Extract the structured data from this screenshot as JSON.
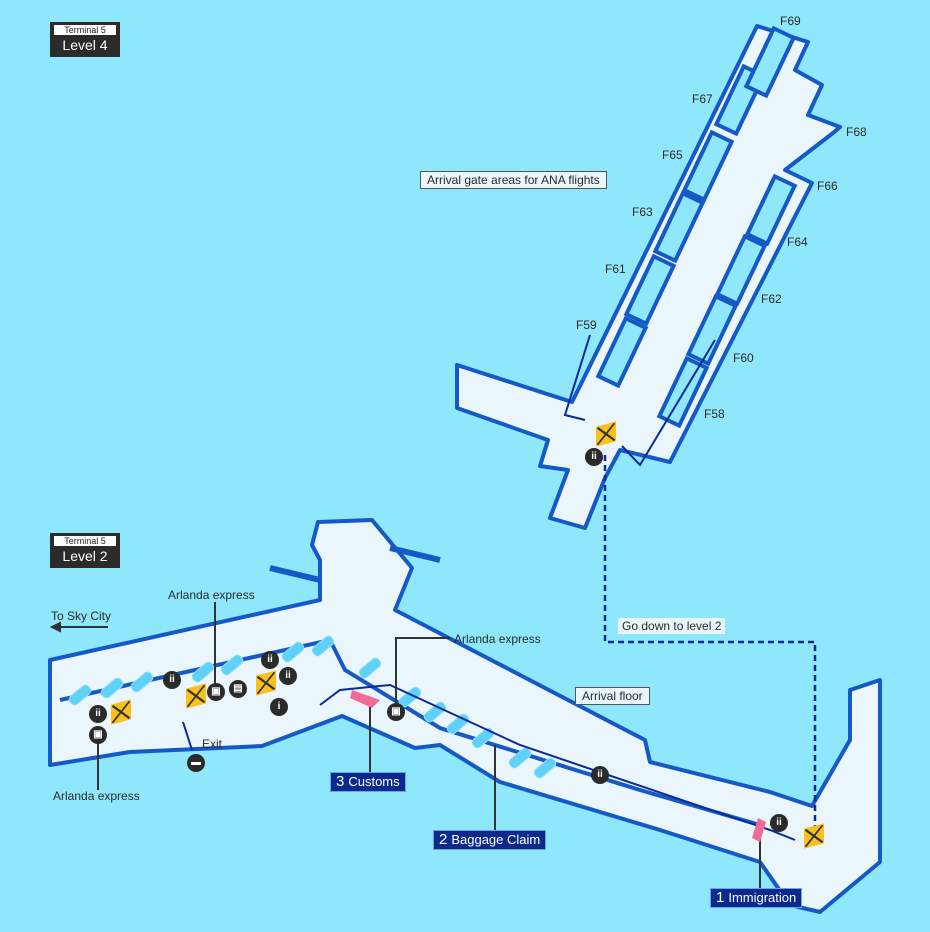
{
  "level4": {
    "badge_terminal": "Terminal 5",
    "badge_level": "Level 4",
    "gate_area_label": "Arrival gate areas for ANA flights",
    "gates": [
      "F69",
      "F67",
      "F68",
      "F65",
      "F66",
      "F63",
      "F64",
      "F61",
      "F62",
      "F59",
      "F60",
      "F58"
    ],
    "go_down_label": "Go down to level 2"
  },
  "level2": {
    "badge_terminal": "Terminal 5",
    "badge_level": "Level 2",
    "to_sky_city": "To Sky City",
    "arlanda_express_top": "Arlanda express",
    "arlanda_express_bottom": "Arlanda express",
    "arlanda_express_right": "Arlanda express",
    "exit_label": "Exit",
    "arrival_floor": "Arrival floor",
    "steps": [
      {
        "num": "1",
        "label": "Immigration"
      },
      {
        "num": "2",
        "label": "Baggage Claim"
      },
      {
        "num": "3",
        "label": "Customs"
      }
    ]
  },
  "icons": [
    "restroom-icon",
    "train-icon",
    "elevator-icon",
    "info-icon",
    "taxi-icon",
    "atm-icon"
  ],
  "colors": {
    "background": "#8fe7fc",
    "floor": "#eaf6fb",
    "wall": "#1558c8",
    "route": "#0b2a9a",
    "elevator": "#f9c11a",
    "step_label": "#0b2a8c"
  }
}
